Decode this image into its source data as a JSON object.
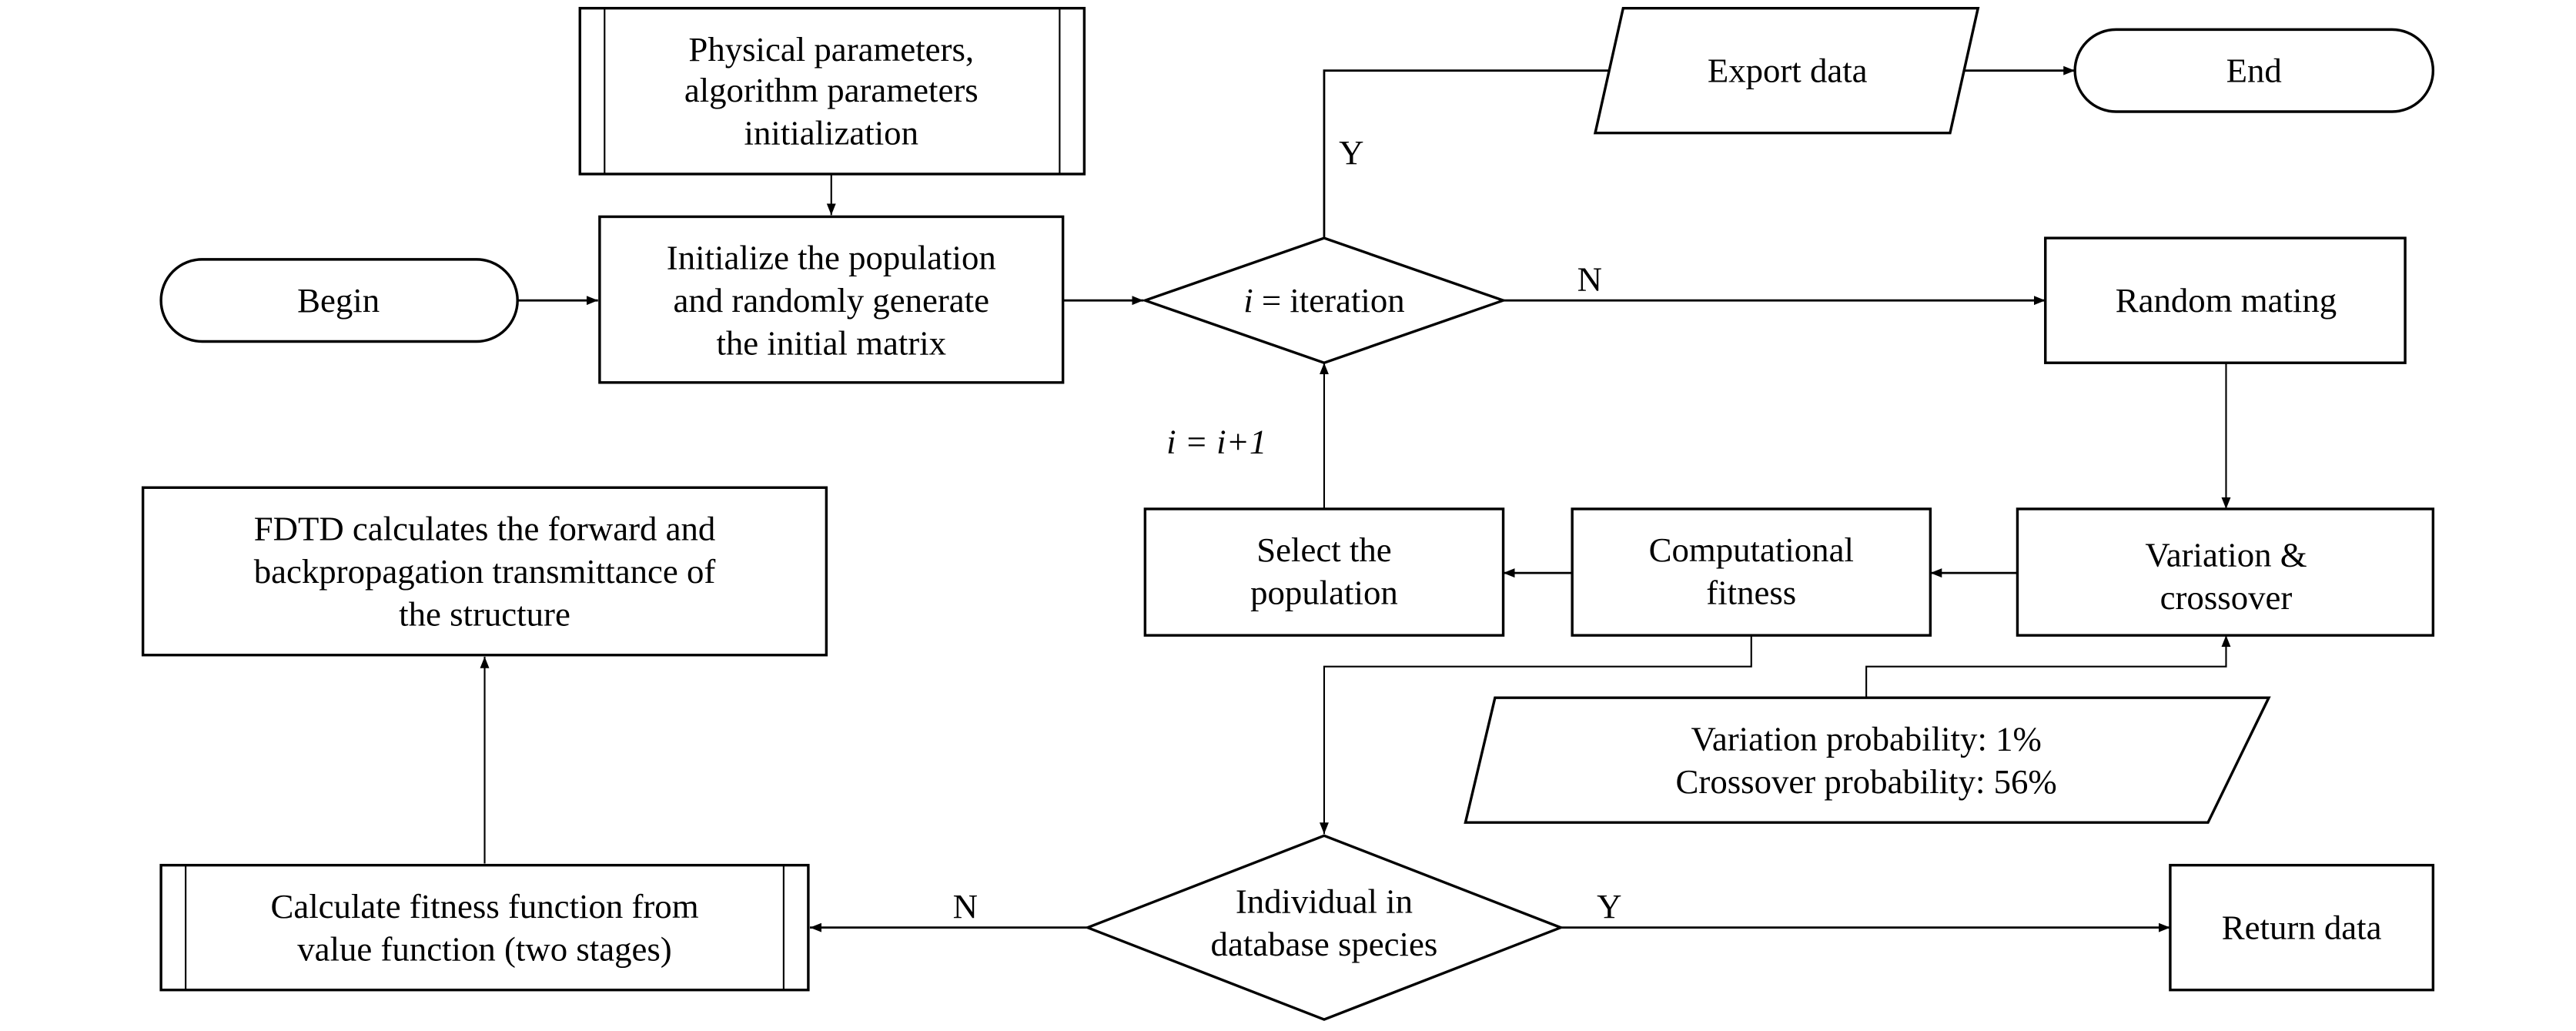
{
  "diagram": {
    "nodes": {
      "begin": {
        "lines": [
          "Begin"
        ]
      },
      "params_init": {
        "lines": [
          "Physical parameters,",
          "algorithm parameters",
          "initialization"
        ]
      },
      "init_population": {
        "lines": [
          "Initialize the population",
          "and randomly generate",
          "the initial matrix"
        ]
      },
      "iteration_check": {
        "var": "i",
        "op": " = ",
        "rest": "iteration"
      },
      "export_data": {
        "lines": [
          "Export data"
        ]
      },
      "end": {
        "lines": [
          "End"
        ]
      },
      "random_mating": {
        "lines": [
          "Random mating"
        ]
      },
      "variation_crossover": {
        "lines": [
          "Variation &",
          "crossover"
        ]
      },
      "computational_fitness": {
        "lines": [
          "Computational",
          "fitness"
        ]
      },
      "select_population": {
        "lines": [
          "Select the",
          "population"
        ]
      },
      "probabilities": {
        "lines": [
          "Variation probability: 1%",
          "Crossover probability: 56%"
        ]
      },
      "individual_check": {
        "lines": [
          "Individual in",
          "database species"
        ]
      },
      "return_data": {
        "lines": [
          "Return data"
        ]
      },
      "calc_fitness": {
        "lines": [
          "Calculate fitness function from",
          "value function (two stages)"
        ]
      },
      "fdtd": {
        "lines": [
          "FDTD calculates the forward and",
          "backpropagation transmittance of",
          "the structure"
        ]
      }
    },
    "edge_labels": {
      "iter_yes": "Y",
      "iter_no": "N",
      "increment": "i = i+1",
      "indiv_no": "N",
      "indiv_yes": "Y"
    }
  }
}
